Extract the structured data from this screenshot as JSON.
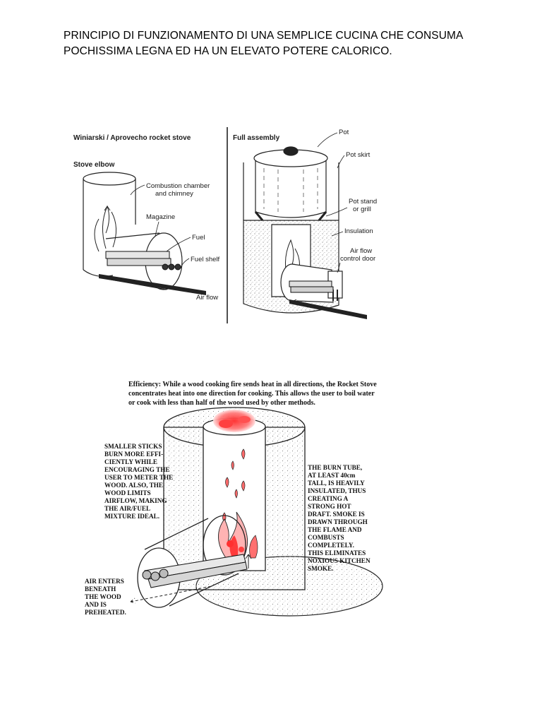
{
  "title": {
    "line1": "PRINCIPIO DI FUNZIONAMENTO DI UNA SEMPLICE CUCINA CHE CONSUMA",
    "line2": "POCHISSIMA LEGNA ED HA UN ELEVATO POTERE CALORICO."
  },
  "diagram1": {
    "heading": "Winiarski / Aprovecho rocket stove",
    "subheading": "Stove elbow",
    "labels": {
      "combustion_1": "Combustion chamber",
      "combustion_2": "and chimney",
      "magazine": "Magazine",
      "fuel": "Fuel",
      "fuel_shelf": "Fuel shelf",
      "air_flow": "Air flow"
    }
  },
  "diagram2": {
    "heading": "Full assembly",
    "labels": {
      "pot": "Pot",
      "pot_skirt": "Pot skirt",
      "pot_stand_1": "Pot stand",
      "pot_stand_2": "or grill",
      "insulation": "Insulation",
      "airflow_door_1": "Air flow",
      "airflow_door_2": "control door"
    }
  },
  "diagram3": {
    "efficiency": [
      "Efficiency: While a wood cooking fire sends heat in all directions, the Rocket Stove",
      "concentrates heat into one direction for cooking. This allows the user to boil water",
      "or cook with less than half of the wood used by other methods."
    ],
    "left_note": [
      "SMALLER STICKS",
      "BURN MORE EFFI-",
      "CIENTLY WHILE",
      "ENCOURAGING THE",
      "USER TO METER THE",
      "WOOD. ALSO, THE",
      "WOOD LIMITS",
      "AIRFLOW, MAKING",
      "THE AIR/FUEL",
      "MIXTURE IDEAL."
    ],
    "right_note": [
      "THE BURN TUBE,",
      "AT LEAST 40cm",
      "TALL, IS HEAVILY",
      "INSULATED, THUS",
      "CREATING A",
      "STRONG HOT",
      "DRAFT.  SMOKE IS",
      "DRAWN THROUGH",
      "THE FLAME AND",
      "COMBUSTS",
      "COMPLETELY.",
      "THIS ELIMINATES",
      "NOXIOUS KITCHEN",
      "SMOKE."
    ],
    "air_note": [
      "AIR ENTERS",
      "BENEATH",
      "THE WOOD",
      "AND IS",
      "PREHEATED."
    ]
  }
}
